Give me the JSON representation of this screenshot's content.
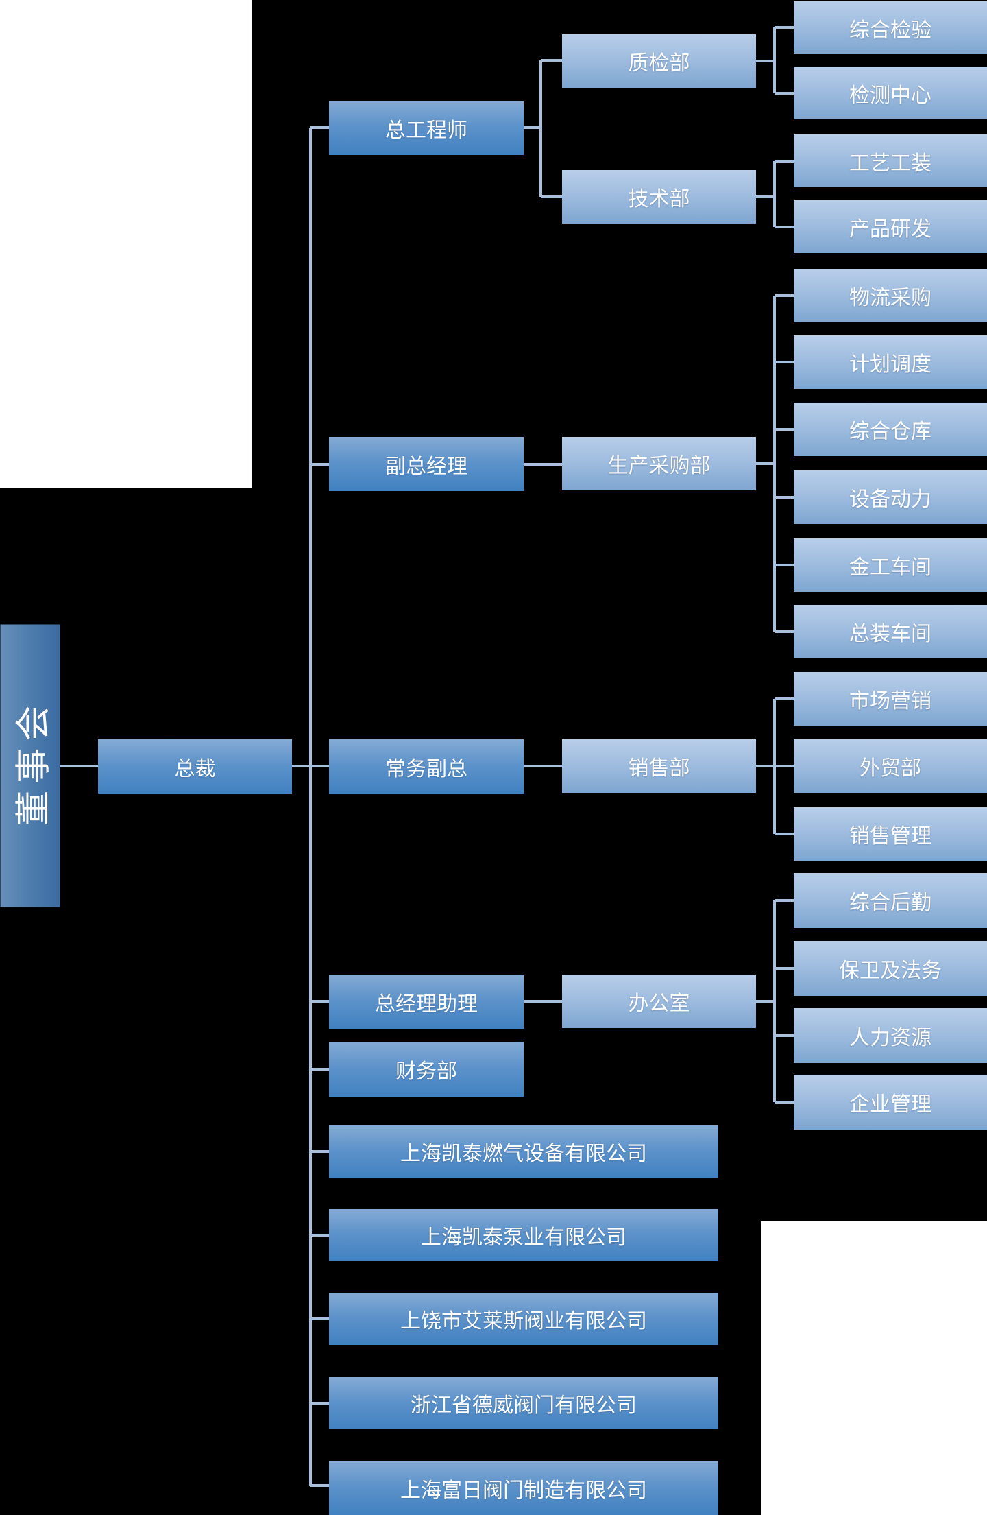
{
  "colors": {
    "background": "#000000",
    "backdrop_white": "#ffffff",
    "connector_line": "#a9c0dc",
    "node_medium_top": "#85abd5",
    "node_medium_bottom": "#4181c1",
    "node_light_top": "#b8cee9",
    "node_light_bottom": "#7ea6d0",
    "node_board_light": "#6890bb",
    "node_board_dark": "#3a6ba2",
    "node_text": "#ffffff"
  },
  "nodes": {
    "board": {
      "label": "董事会"
    },
    "president": {
      "label": "总裁"
    },
    "chief_engineer": {
      "label": "总工程师"
    },
    "deputy_gm": {
      "label": "副总经理"
    },
    "executive_deputy_gm": {
      "label": "常务副总"
    },
    "gm_assistant": {
      "label": "总经理助理"
    },
    "finance_dept": {
      "label": "财务部"
    },
    "company_gas": {
      "label": "上海凯泰燃气设备有限公司"
    },
    "company_pump": {
      "label": "上海凯泰泵业有限公司"
    },
    "company_ailaisi": {
      "label": "上饶市艾莱斯阀业有限公司"
    },
    "company_dewei": {
      "label": "浙江省德威阀门有限公司"
    },
    "company_furi": {
      "label": "上海富日阀门制造有限公司"
    },
    "quality_dept": {
      "label": "质检部"
    },
    "tech_dept": {
      "label": "技术部"
    },
    "production_procurement_dept": {
      "label": "生产采购部"
    },
    "sales_dept": {
      "label": "销售部"
    },
    "office": {
      "label": "办公室"
    },
    "comprehensive_inspection": {
      "label": "综合检验"
    },
    "testing_center": {
      "label": "检测中心"
    },
    "process_tooling": {
      "label": "工艺工装"
    },
    "product_rd": {
      "label": "产品研发"
    },
    "logistics_procurement": {
      "label": "物流采购"
    },
    "planning_dispatch": {
      "label": "计划调度"
    },
    "comprehensive_warehouse": {
      "label": "综合仓库"
    },
    "equipment_power": {
      "label": "设备动力"
    },
    "metalworking_shop": {
      "label": "金工车间"
    },
    "assembly_shop": {
      "label": "总装车间"
    },
    "marketing": {
      "label": "市场营销"
    },
    "foreign_trade_dept": {
      "label": "外贸部"
    },
    "sales_management": {
      "label": "销售管理"
    },
    "general_logistics": {
      "label": "综合后勤"
    },
    "security_legal": {
      "label": "保卫及法务"
    },
    "human_resources": {
      "label": "人力资源"
    },
    "enterprise_management": {
      "label": "企业管理"
    }
  },
  "hierarchy": {
    "root": "board",
    "children": [
      {
        "id": "president",
        "children": [
          {
            "id": "chief_engineer",
            "children": [
              {
                "id": "quality_dept",
                "children": [
                  "comprehensive_inspection",
                  "testing_center"
                ]
              },
              {
                "id": "tech_dept",
                "children": [
                  "process_tooling",
                  "product_rd"
                ]
              }
            ]
          },
          {
            "id": "deputy_gm",
            "children": [
              {
                "id": "production_procurement_dept",
                "children": [
                  "logistics_procurement",
                  "planning_dispatch",
                  "comprehensive_warehouse",
                  "equipment_power",
                  "metalworking_shop",
                  "assembly_shop"
                ]
              }
            ]
          },
          {
            "id": "executive_deputy_gm",
            "children": [
              {
                "id": "sales_dept",
                "children": [
                  "marketing",
                  "foreign_trade_dept",
                  "sales_management"
                ]
              }
            ]
          },
          {
            "id": "gm_assistant",
            "children": [
              {
                "id": "office",
                "children": [
                  "general_logistics",
                  "security_legal",
                  "human_resources",
                  "enterprise_management"
                ]
              }
            ]
          },
          {
            "id": "finance_dept",
            "children": []
          },
          {
            "id": "company_gas",
            "children": []
          },
          {
            "id": "company_pump",
            "children": []
          },
          {
            "id": "company_ailaisi",
            "children": []
          },
          {
            "id": "company_dewei",
            "children": []
          },
          {
            "id": "company_furi",
            "children": []
          }
        ]
      }
    ]
  }
}
